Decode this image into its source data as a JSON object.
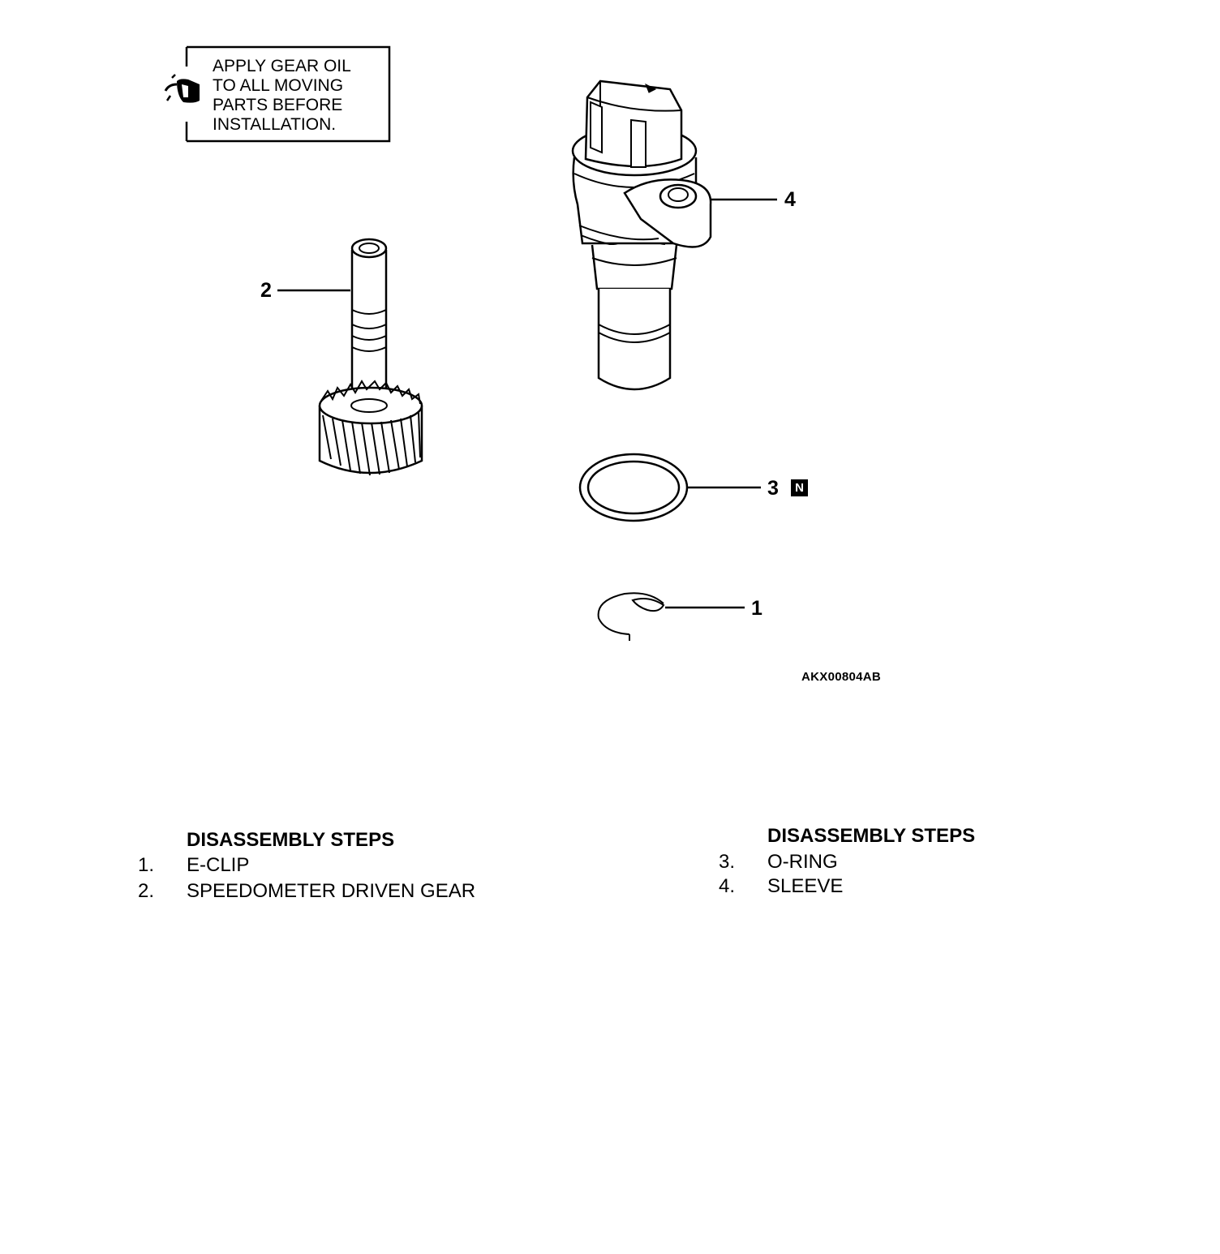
{
  "note": {
    "lines": [
      "APPLY GEAR OIL",
      "TO ALL MOVING",
      "PARTS BEFORE",
      "INSTALLATION."
    ],
    "icon": "oil-can-icon"
  },
  "callouts": {
    "one": "1",
    "two": "2",
    "three": "3",
    "four": "4",
    "new_badge": "N"
  },
  "figure_code": "AKX00804AB",
  "steps_left": {
    "title": "DISASSEMBLY STEPS",
    "items": [
      {
        "num": "1.",
        "label": "E-CLIP"
      },
      {
        "num": "2.",
        "label": "SPEEDOMETER DRIVEN GEAR"
      }
    ]
  },
  "steps_right": {
    "title": "DISASSEMBLY STEPS",
    "items": [
      {
        "num": "3.",
        "label": "O-RING"
      },
      {
        "num": "4.",
        "label": "SLEEVE"
      }
    ]
  }
}
